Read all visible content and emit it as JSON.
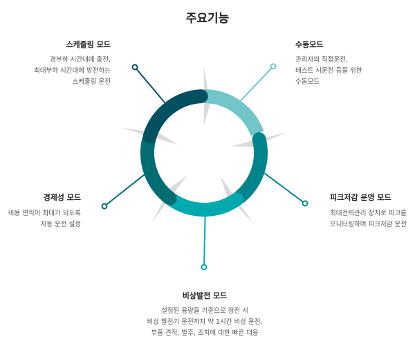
{
  "title": "주요기능",
  "features": [
    {
      "name": "수동모드",
      "desc": [
        "관리자의 직접운전,",
        "테스트 시운전 등을 위한",
        "수동모드"
      ],
      "color": "#72c5c8",
      "start": 0,
      "end": 70
    },
    {
      "name": "피크저감 운영 모드",
      "desc": [
        "최대전력관리 장치로 피크를",
        "모니터링하며 피크저감 운전"
      ],
      "color": "#00858d",
      "start": 76,
      "end": 141
    },
    {
      "name": "비상발전 모드",
      "desc": [
        "설정된 용량을 기준으로 정전 시",
        "비상 발전기 운전까지 약 1시간 비상 운전,",
        "부품 견적, 발주, 조치에 대한 빠른 대응"
      ],
      "color": "#00a9ad",
      "start": 145,
      "end": 213
    },
    {
      "name": "경제성 모드",
      "desc": [
        "비용 편익이 최대가 되도록",
        "자동 운전 설정"
      ],
      "color": "#006d73",
      "start": 217,
      "end": 283
    },
    {
      "name": "스케줄링 모드",
      "desc": [
        "경부하 시간대에 충전,",
        "최대부하 시간대에 방전하는",
        "스케줄링 운전"
      ],
      "color": "#00505f",
      "start": 287,
      "end": 357
    }
  ]
}
